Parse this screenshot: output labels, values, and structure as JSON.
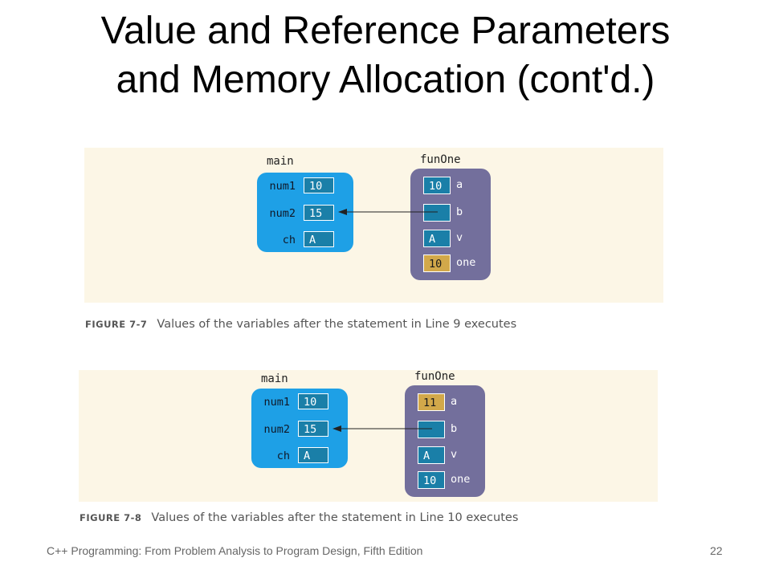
{
  "slide": {
    "title_line1": "Value and Reference Parameters",
    "title_line2": "and Memory Allocation (cont'd.)",
    "footer_text": "C++ Programming: From Problem Analysis to Program Design, Fifth Edition",
    "page_number": "22"
  },
  "figures": [
    {
      "main_label": "main",
      "fun_label": "funOne",
      "main_vars": [
        {
          "name": "num1",
          "value": "10"
        },
        {
          "name": "num2",
          "value": "15"
        },
        {
          "name": "ch",
          "value": "A"
        }
      ],
      "fun_vars": [
        {
          "name": "a",
          "value": "10",
          "highlight": false
        },
        {
          "name": "b",
          "value": "",
          "highlight": false
        },
        {
          "name": "v",
          "value": "A",
          "highlight": false
        },
        {
          "name": "one",
          "value": "10",
          "highlight": true
        }
      ],
      "caption_number": "FIGURE 7-7",
      "caption_text": "Values of the variables after the statement in Line 9 executes"
    },
    {
      "main_label": "main",
      "fun_label": "funOne",
      "main_vars": [
        {
          "name": "num1",
          "value": "10"
        },
        {
          "name": "num2",
          "value": "15"
        },
        {
          "name": "ch",
          "value": "A"
        }
      ],
      "fun_vars": [
        {
          "name": "a",
          "value": "11",
          "highlight": true
        },
        {
          "name": "b",
          "value": "",
          "highlight": false
        },
        {
          "name": "v",
          "value": "A",
          "highlight": false
        },
        {
          "name": "one",
          "value": "10",
          "highlight": false
        }
      ],
      "caption_number": "FIGURE 7-8",
      "caption_text": "Values of the variables after the statement in Line 10 executes"
    }
  ],
  "colors": {
    "figure_bg": "#fcf6e6",
    "main_frame": "#1ea0e6",
    "fun_frame": "#736f9c",
    "cell": "#1a7fa8",
    "cell_highlight": "#d2a84a"
  }
}
